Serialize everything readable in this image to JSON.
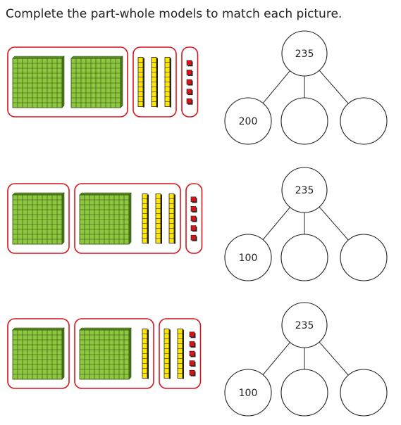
{
  "instruction": "Complete the part-whole models to match each picture.",
  "colors": {
    "hundred_fill": "#8dc63f",
    "ten_fill": "#ffe600",
    "one_fill": "#d7141a",
    "group_border": "#d7141a",
    "line": "#222222"
  },
  "icons": [
    "hundred-block-icon",
    "ten-rod-icon",
    "one-cube-icon"
  ],
  "problems": [
    {
      "whole": "235",
      "parts": [
        "200",
        "",
        ""
      ],
      "groups": [
        {
          "hundreds": 2,
          "tens": 0,
          "ones": 0
        },
        {
          "hundreds": 0,
          "tens": 3,
          "ones": 0
        },
        {
          "hundreds": 0,
          "tens": 0,
          "ones": 5
        }
      ]
    },
    {
      "whole": "235",
      "parts": [
        "100",
        "",
        ""
      ],
      "groups": [
        {
          "hundreds": 1,
          "tens": 0,
          "ones": 0
        },
        {
          "hundreds": 1,
          "tens": 3,
          "ones": 0
        },
        {
          "hundreds": 0,
          "tens": 0,
          "ones": 5
        }
      ]
    },
    {
      "whole": "235",
      "parts": [
        "100",
        "",
        ""
      ],
      "groups": [
        {
          "hundreds": 1,
          "tens": 0,
          "ones": 0
        },
        {
          "hundreds": 1,
          "tens": 1,
          "ones": 0
        },
        {
          "hundreds": 0,
          "tens": 2,
          "ones": 5
        }
      ]
    }
  ]
}
